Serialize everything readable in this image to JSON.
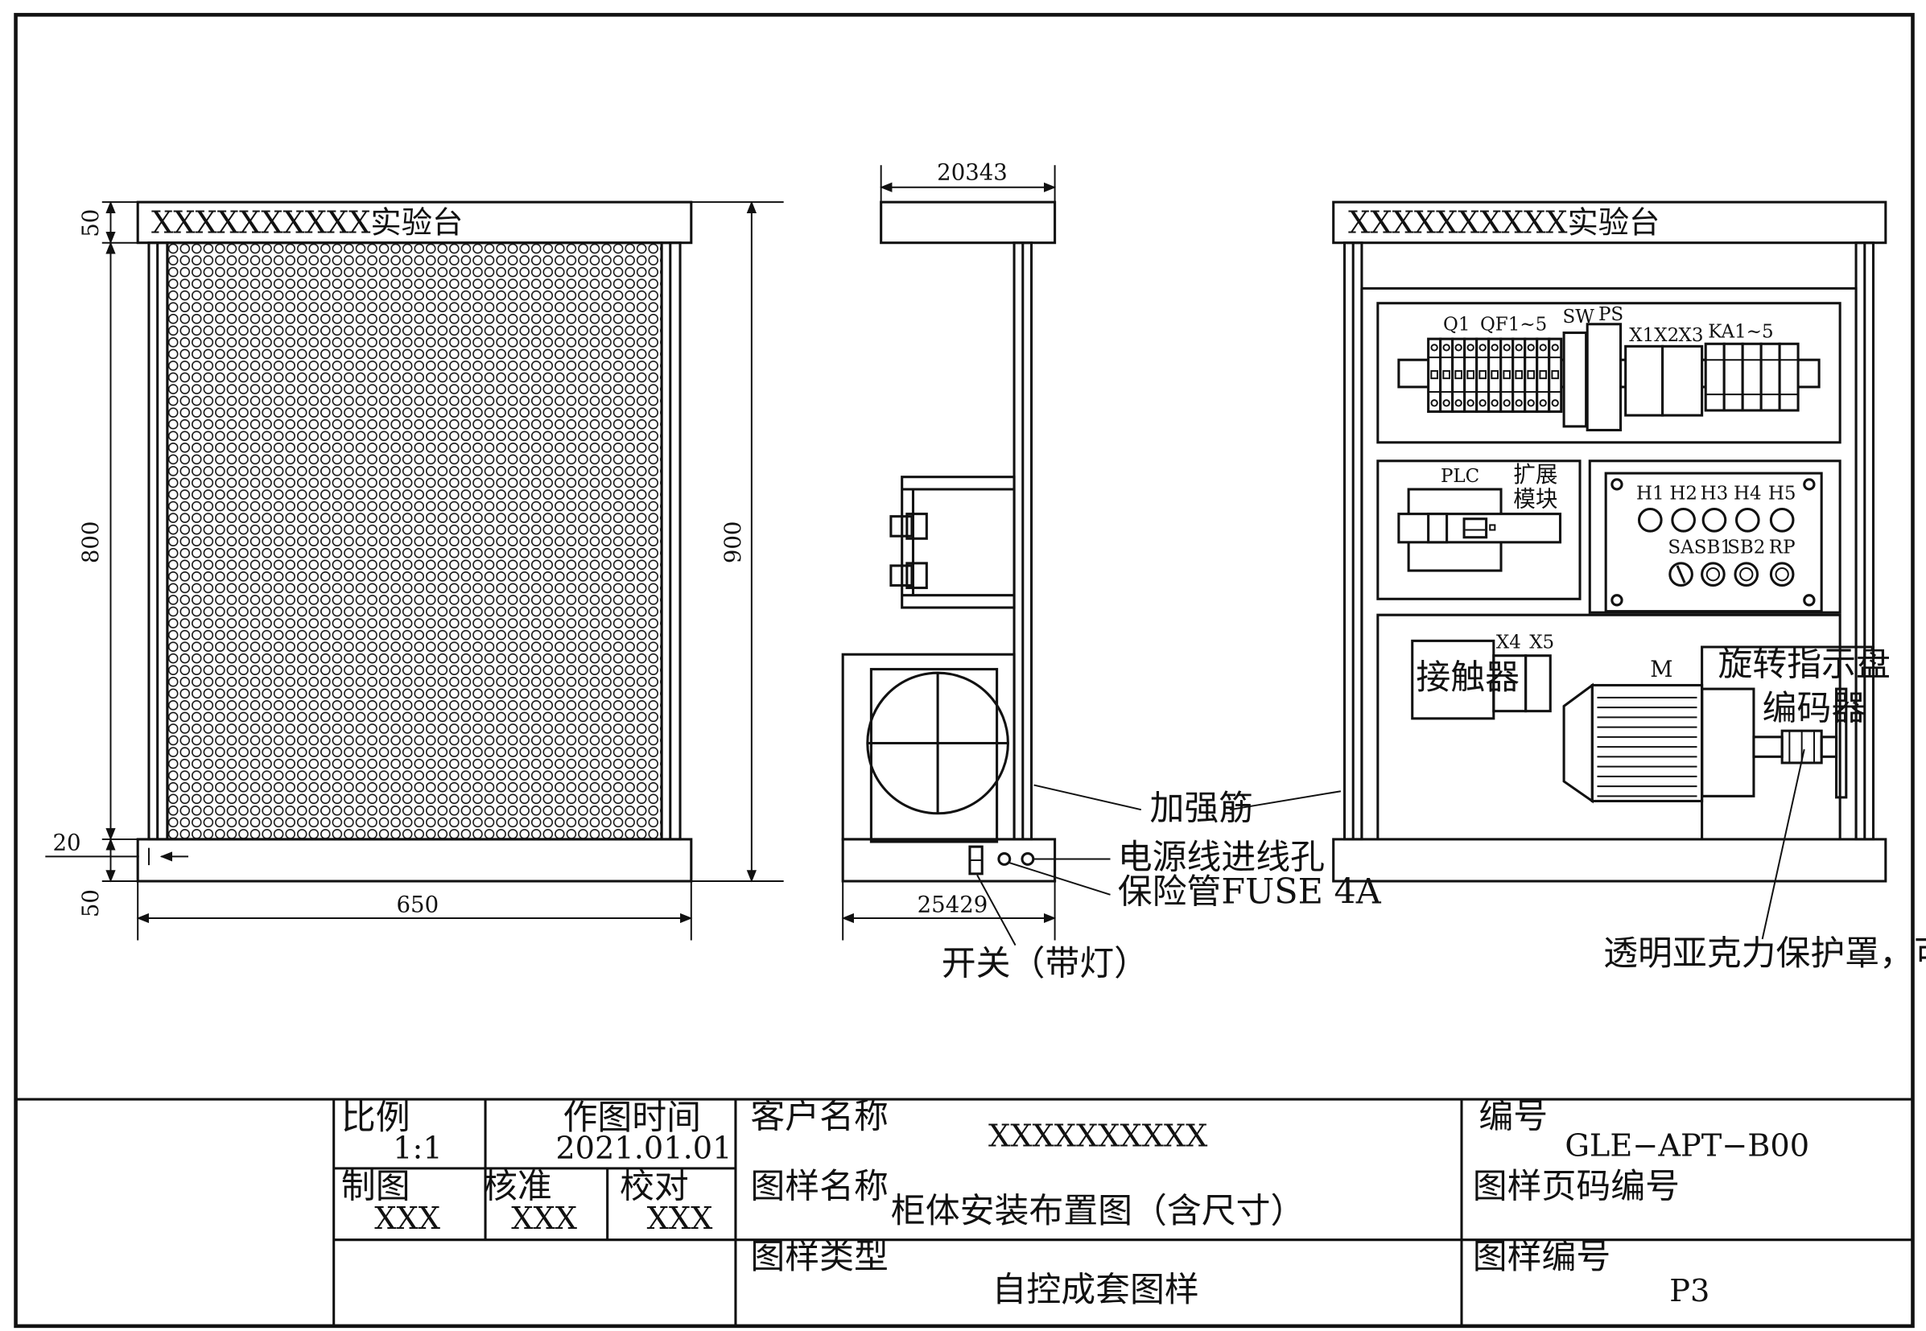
{
  "front_view": {
    "title": "XXXXXXXXXX实验台",
    "dims": {
      "top_height": "50",
      "panel_height": "800",
      "total_height": "900",
      "bottom_offset": "20",
      "bottom_height": "50",
      "width": "650"
    }
  },
  "side_view": {
    "top_width": "20343",
    "bottom_width": "25429",
    "labels": {
      "rib": "加强筋",
      "power_inlet": "电源线进线孔",
      "fuse": "保险管FUSE 4A",
      "switch": "开关（带灯）"
    }
  },
  "layout_view": {
    "title": "XXXXXXXXXX实验台",
    "rail_labels": {
      "q1": "Q1",
      "qf": "QF1~5",
      "sw": "SW",
      "ps": "PS",
      "x1x2": "X1X2",
      "x3": "X3",
      "ka": "KA1~5"
    },
    "plc": "PLC",
    "ext_module_line1": "扩展",
    "ext_module_line2": "模块",
    "lamps": [
      "H1",
      "H2",
      "H3",
      "H4",
      "H5"
    ],
    "controls": [
      "SA",
      "SB1",
      "SB2",
      "RP"
    ],
    "contactor": "接触器",
    "x4": "X4",
    "x5": "X5",
    "motor": "M",
    "dial": "旋转指示盘",
    "encoder": "编码器",
    "cover_note": "透明亚克力保护罩，可拆卸"
  },
  "title_block": {
    "scale_label": "比例",
    "scale_value": "1:1",
    "date_label": "作图时间",
    "date_value": "2021.01.01",
    "client_label": "客户名称",
    "client_value": "XXXXXXXXXX",
    "number_label": "编号",
    "number_value": "GLE−APT−B00",
    "drawn_label": "制图",
    "drawn_value": "XXX",
    "approved_label": "核准",
    "approved_value": "XXX",
    "checked_label": "校对",
    "checked_value": "XXX",
    "drawing_name_label": "图样名称",
    "drawing_name_value": "柜体安装布置图（含尺寸）",
    "page_code_label": "图样页码编号",
    "page_code_value": "",
    "type_label": "图样类型",
    "type_value": "自控成套图样",
    "drawing_no_label": "图样编号",
    "drawing_no_value": "P3"
  }
}
